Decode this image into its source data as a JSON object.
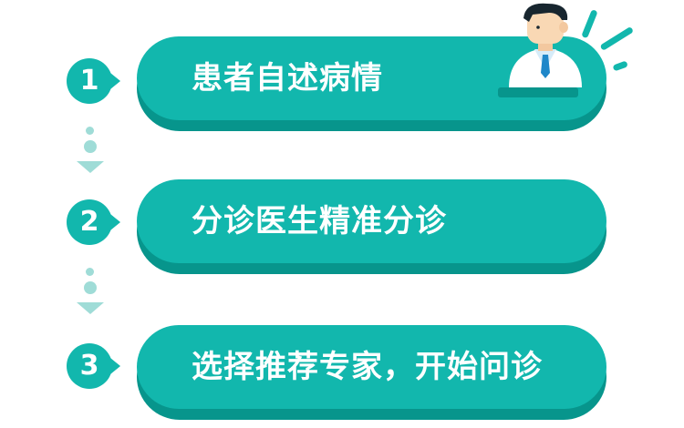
{
  "steps": [
    {
      "number": "1",
      "label": "患者自述病情"
    },
    {
      "number": "2",
      "label": "分诊医生精准分诊"
    },
    {
      "number": "3",
      "label": "选择推荐专家，开始问诊"
    }
  ],
  "colors": {
    "accent": "#12b7ad",
    "accent_dark": "#07958c",
    "connector": "#9fdcd7"
  }
}
